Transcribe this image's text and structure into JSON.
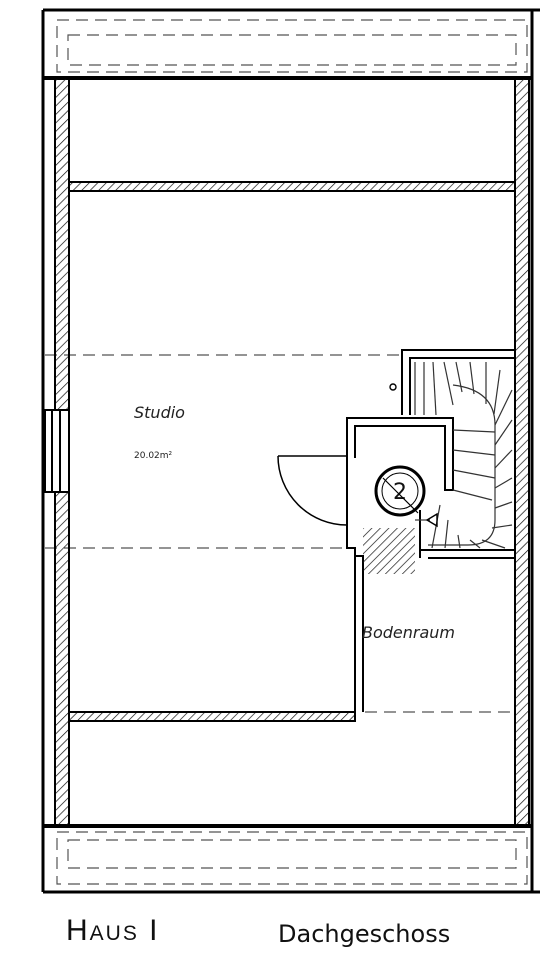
{
  "plan": {
    "rooms": [
      {
        "name": "Studio",
        "area": "20.02m²"
      },
      {
        "name": "Bodenraum"
      }
    ],
    "stair_marker": "2"
  },
  "caption": {
    "house": "Haus I",
    "floor": "Dachgeschoss"
  }
}
